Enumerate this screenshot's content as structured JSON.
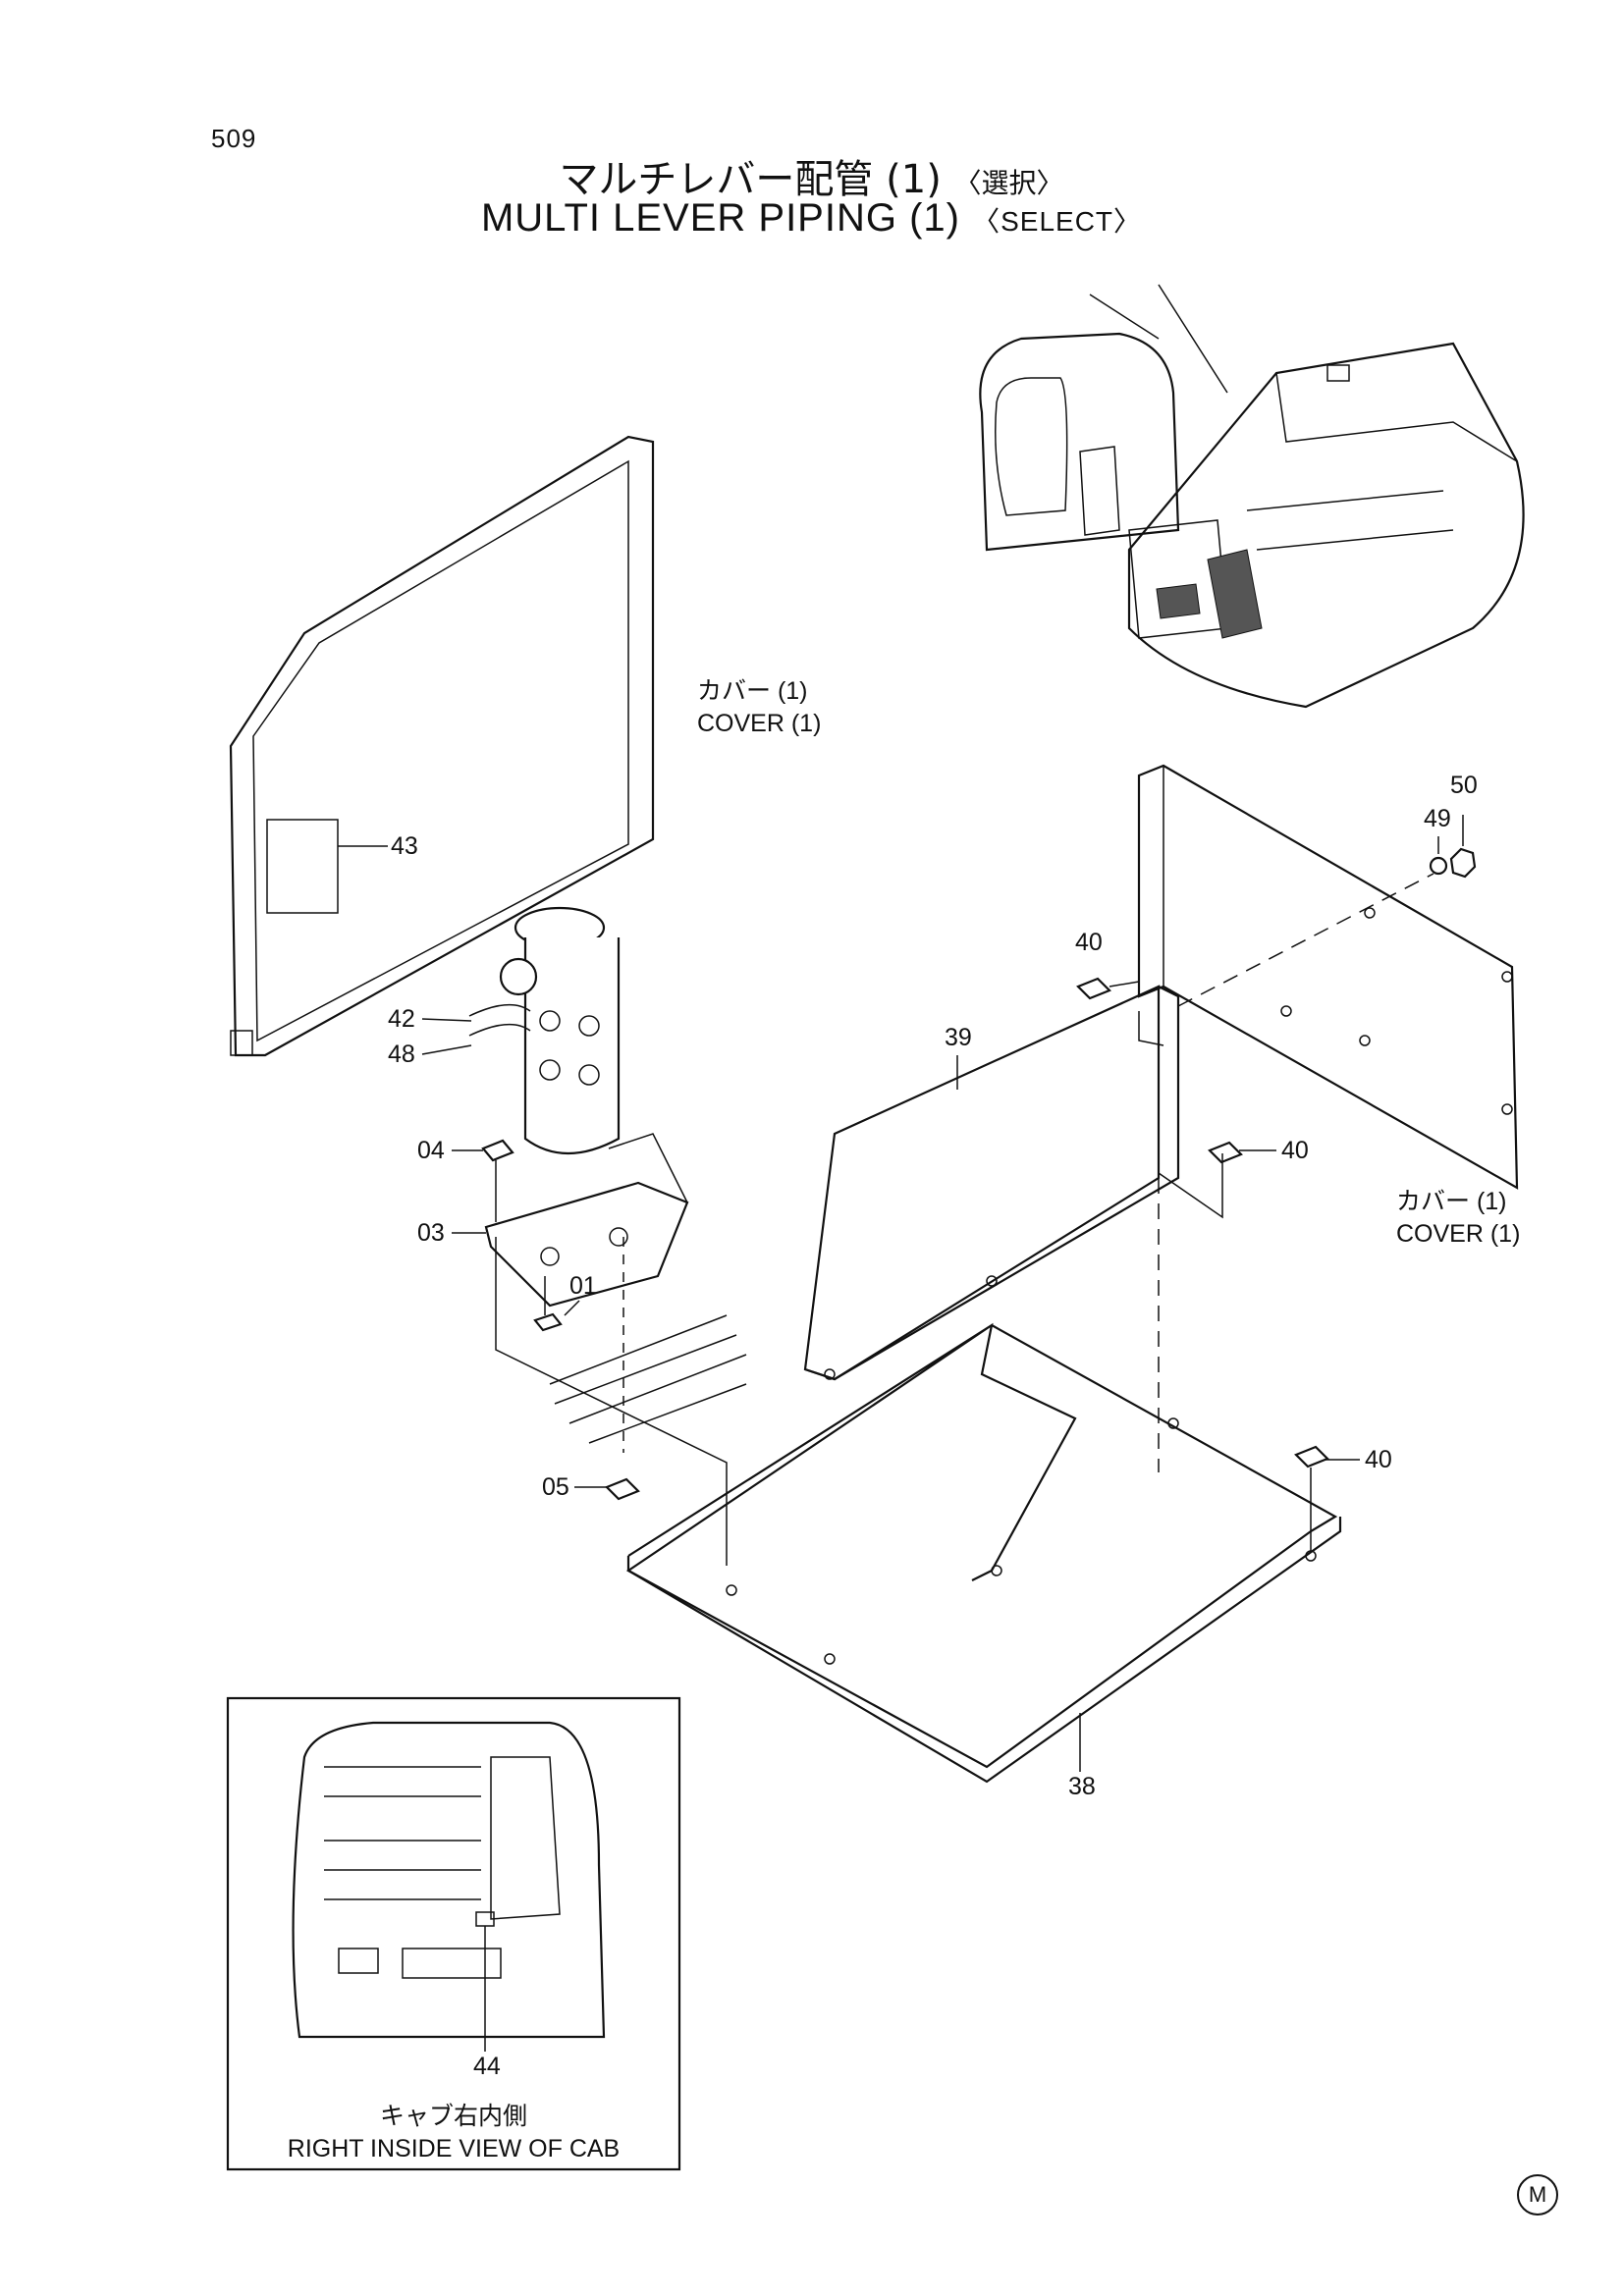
{
  "header": {
    "page_number": "509",
    "title_jp": "マルチレバー配管 (1)",
    "title_jp_tag": "〈選択〉",
    "title_en": "MULTI LEVER PIPING (1)",
    "title_en_tag": "〈SELECT〉"
  },
  "labels": {
    "cover_left_jp": "カバー (1)",
    "cover_left_en": "COVER (1)",
    "cover_right_jp": "カバー (1)",
    "cover_right_en": "COVER (1)",
    "inset_jp": "キャブ右内側",
    "inset_en": "RIGHT INSIDE VIEW OF CAB"
  },
  "callouts": {
    "c43": "43",
    "c42": "42",
    "c48": "48",
    "c04": "04",
    "c03": "03",
    "c01": "01",
    "c05": "05",
    "c40a": "40",
    "c39": "39",
    "c40b": "40",
    "c40c": "40",
    "c49": "49",
    "c50": "50",
    "c38": "38",
    "c44": "44"
  },
  "footer": {
    "marker": "M"
  }
}
